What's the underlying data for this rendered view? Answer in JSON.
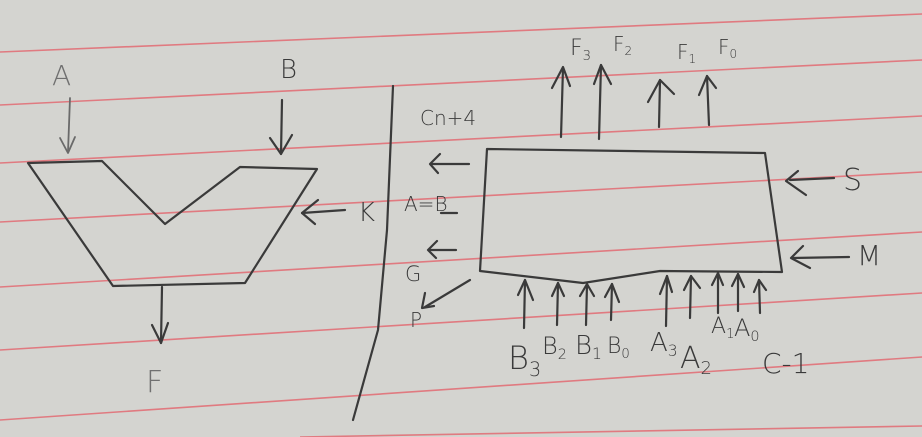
{
  "paper": {
    "background": "#d4d4d0",
    "rule_color": "#e07a80",
    "ink_color": "#3a3a3a"
  },
  "alu_symbol": {
    "inputs": [
      {
        "label": "A"
      },
      {
        "label": "B"
      }
    ],
    "control": {
      "label": "K"
    },
    "output": {
      "label": "F"
    }
  },
  "alu_chip": {
    "outputs_top": [
      {
        "label": "F",
        "sub": "3"
      },
      {
        "label": "F",
        "sub": "2"
      },
      {
        "label": "F",
        "sub": "1"
      },
      {
        "label": "F",
        "sub": "0"
      }
    ],
    "outputs_left": [
      {
        "label": "Cn+4"
      },
      {
        "label": "A=B"
      },
      {
        "label": "G"
      },
      {
        "label": "P"
      }
    ],
    "inputs_right": [
      {
        "label": "S"
      },
      {
        "label": "M"
      }
    ],
    "inputs_bottom": [
      {
        "label": "B",
        "sub": "3"
      },
      {
        "label": "B",
        "sub": "2"
      },
      {
        "label": "B",
        "sub": "1"
      },
      {
        "label": "B",
        "sub": "0"
      },
      {
        "label": "A",
        "sub": "3"
      },
      {
        "label": "A",
        "sub": "2"
      },
      {
        "label": "A",
        "sub": "1"
      },
      {
        "label": "A",
        "sub": "0"
      },
      {
        "label": "C-1"
      }
    ]
  }
}
